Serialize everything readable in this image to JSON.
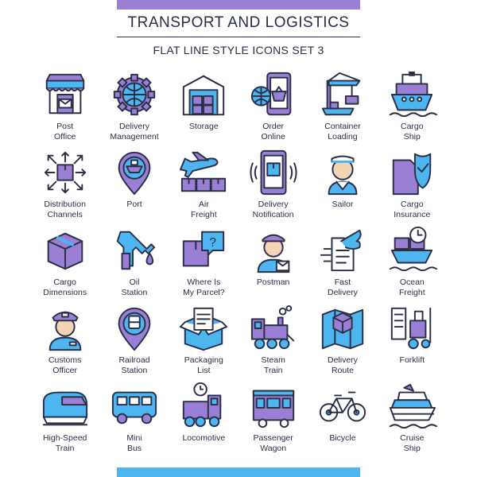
{
  "header": {
    "title": "TRANSPORT AND LOGISTICS",
    "subtitle": "FLAT LINE STYLE ICONS SET 3"
  },
  "colors": {
    "outline": "#2a2f45",
    "purple": "#9b7fd4",
    "blue": "#4db5f0",
    "skin": "#f3d4b5"
  },
  "icons": [
    {
      "name": "post-office-icon",
      "label": "Post\nOffice"
    },
    {
      "name": "delivery-management-icon",
      "label": "Delivery\nManagement"
    },
    {
      "name": "storage-icon",
      "label": "Storage"
    },
    {
      "name": "order-online-icon",
      "label": "Order\nOnline"
    },
    {
      "name": "container-loading-icon",
      "label": "Container\nLoading"
    },
    {
      "name": "cargo-ship-icon",
      "label": "Cargo\nShip"
    },
    {
      "name": "distribution-channels-icon",
      "label": "Distribution\nChannels"
    },
    {
      "name": "port-icon",
      "label": "Port"
    },
    {
      "name": "air-freight-icon",
      "label": "Air\nFreight"
    },
    {
      "name": "delivery-notification-icon",
      "label": "Delivery\nNotification"
    },
    {
      "name": "sailor-icon",
      "label": "Sailor"
    },
    {
      "name": "cargo-insurance-icon",
      "label": "Cargo\nInsurance"
    },
    {
      "name": "cargo-dimensions-icon",
      "label": "Cargo\nDimensions"
    },
    {
      "name": "oil-station-icon",
      "label": "Oil\nStation"
    },
    {
      "name": "where-is-my-parcel-icon",
      "label": "Where Is\nMy Parcel?"
    },
    {
      "name": "postman-icon",
      "label": "Postman"
    },
    {
      "name": "fast-delivery-icon",
      "label": "Fast\nDelivery"
    },
    {
      "name": "ocean-freight-icon",
      "label": "Ocean\nFreight"
    },
    {
      "name": "customs-officer-icon",
      "label": "Customs\nOfficer"
    },
    {
      "name": "railroad-station-icon",
      "label": "Railroad\nStation"
    },
    {
      "name": "packaging-list-icon",
      "label": "Packaging\nList"
    },
    {
      "name": "steam-train-icon",
      "label": "Steam\nTrain"
    },
    {
      "name": "delivery-route-icon",
      "label": "Delivery\nRoute"
    },
    {
      "name": "forklift-icon",
      "label": "Forklift"
    },
    {
      "name": "high-speed-train-icon",
      "label": "High-Speed\nTrain"
    },
    {
      "name": "mini-bus-icon",
      "label": "Mini\nBus"
    },
    {
      "name": "locomotive-icon",
      "label": "Locomotive"
    },
    {
      "name": "passenger-wagon-icon",
      "label": "Passenger\nWagon"
    },
    {
      "name": "bicycle-icon",
      "label": "Bicycle"
    },
    {
      "name": "cruise-ship-icon",
      "label": "Cruise\nShip"
    }
  ]
}
